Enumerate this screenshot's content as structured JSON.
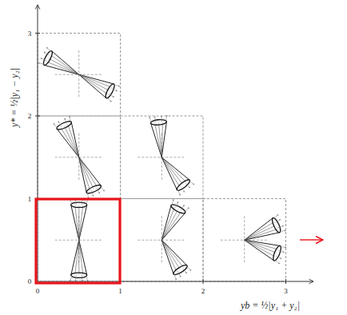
{
  "diagram": {
    "labels": [
      "0",
      "1",
      "2",
      "3",
      "0",
      "1",
      "2",
      "3",
      "yb = ½|y₁ + y₂|",
      "y* = ½|y₁ − y₂|"
    ]
  }
}
